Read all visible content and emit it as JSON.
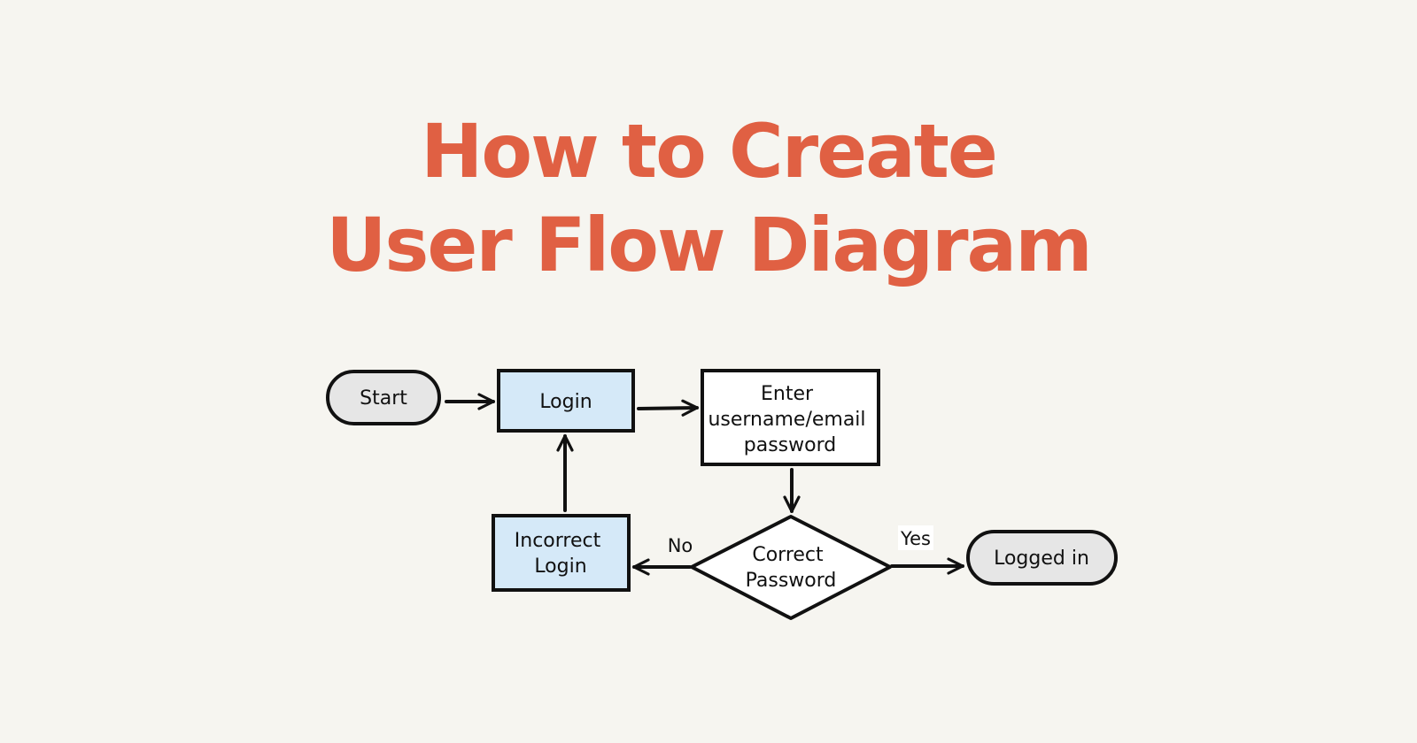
{
  "title": {
    "line1": "How to Create",
    "line2": "User Flow Diagram"
  },
  "colors": {
    "background": "#f6f5f0",
    "title": "#e06043",
    "stroke": "#111111",
    "terminal_fill": "#e6e6e6",
    "process_blue_fill": "#d5e9f8",
    "process_white_fill": "#ffffff"
  },
  "diagram": {
    "nodes": {
      "start": {
        "type": "terminal",
        "label": "Start"
      },
      "login": {
        "type": "process",
        "label": "Login"
      },
      "enter": {
        "type": "process",
        "line1": "Enter",
        "line2": "username/email",
        "line3": "password"
      },
      "decision": {
        "type": "decision",
        "line1": "Correct",
        "line2": "Password"
      },
      "incorrect": {
        "type": "process",
        "line1": "Incorrect",
        "line2": "Login"
      },
      "logged_in": {
        "type": "terminal",
        "label": "Logged in"
      }
    },
    "edges": {
      "no_label": "No",
      "yes_label": "Yes"
    }
  }
}
